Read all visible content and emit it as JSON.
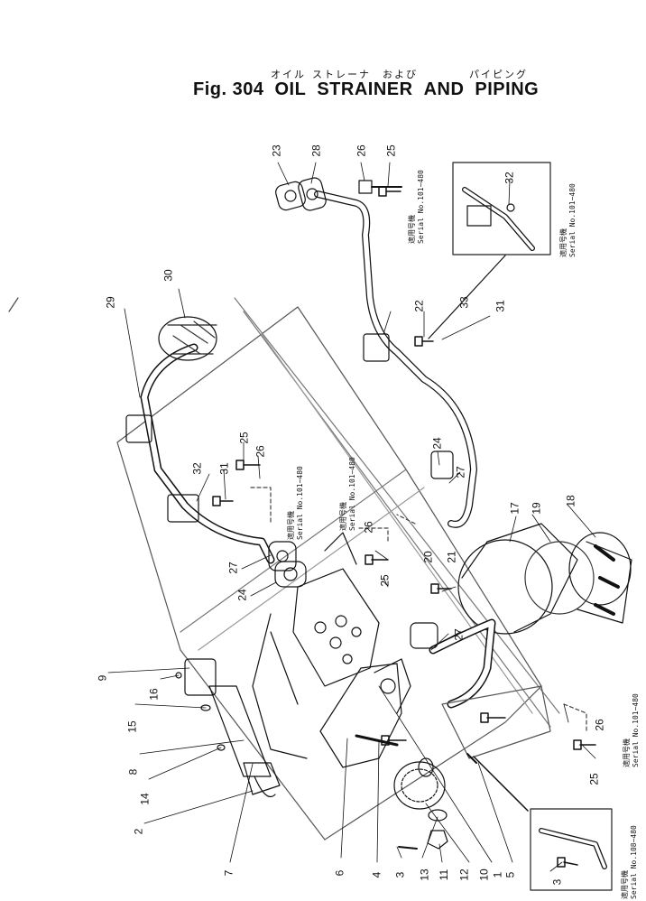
{
  "header": {
    "fig_label": "Fig. 304",
    "title_words": [
      "OIL",
      "STRAINER",
      "AND",
      "PIPING"
    ],
    "kana": [
      "オイル",
      "ストレーナ",
      "および",
      "パイピング"
    ]
  },
  "serial_notes": [
    {
      "jp": "適用号機",
      "en": "Serial No.101~480"
    },
    {
      "jp": "適用号機",
      "en": "Serial No.101~480"
    },
    {
      "jp": "適用号機",
      "en": "Serial No.101~480"
    },
    {
      "jp": "適用号機",
      "en": "Serial No.101~480"
    },
    {
      "jp": "適用号機",
      "en": "Serial No.101~480"
    },
    {
      "jp": "適用号機",
      "en": "Serial No.108~480"
    }
  ],
  "callouts": [
    "23",
    "28",
    "26",
    "25",
    "32",
    "31",
    "33",
    "22",
    "30",
    "29",
    "32",
    "31",
    "25",
    "26",
    "27",
    "24",
    "24",
    "26",
    "25",
    "20",
    "21",
    "17",
    "19",
    "18",
    "27",
    "27",
    "26",
    "25",
    "9",
    "16",
    "15",
    "8",
    "14",
    "2",
    "7",
    "6",
    "4",
    "3",
    "13",
    "11",
    "12",
    "10",
    "1",
    "5",
    "3"
  ]
}
